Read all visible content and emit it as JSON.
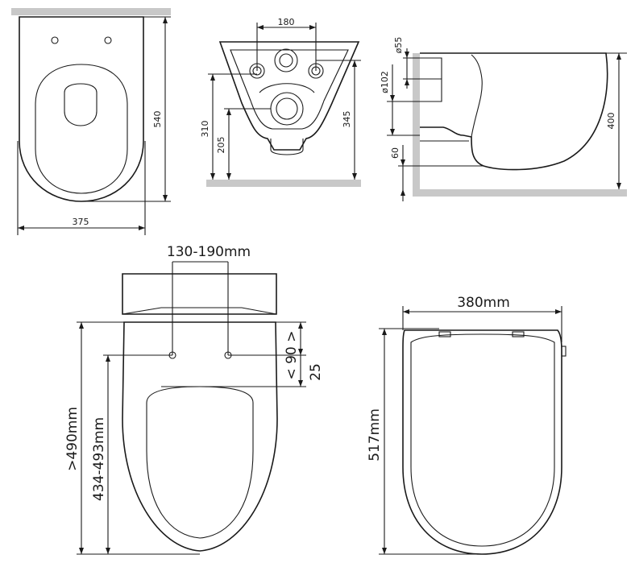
{
  "colors": {
    "line": "#1a1a1a",
    "wall": "#c8c8c8",
    "background": "#ffffff"
  },
  "dimensions": {
    "top_view": {
      "height": "540",
      "width": "375"
    },
    "rear_view": {
      "hole_spacing": "180",
      "inlet_height": "310",
      "bolt_height": "205",
      "outlet_height": "345"
    },
    "side_view": {
      "inlet_dia": "ø55",
      "outlet_dia": "ø102",
      "gap": "60",
      "height": "400"
    },
    "seat_view": {
      "hinge_spacing": "130-190mm",
      "min_length": ">490mm",
      "hole_to_front": "434-493mm",
      "hole_offset_max": "< 90 >",
      "hole_offset_min": "25"
    },
    "seat_outline": {
      "width": "380mm",
      "length": "517mm"
    }
  }
}
